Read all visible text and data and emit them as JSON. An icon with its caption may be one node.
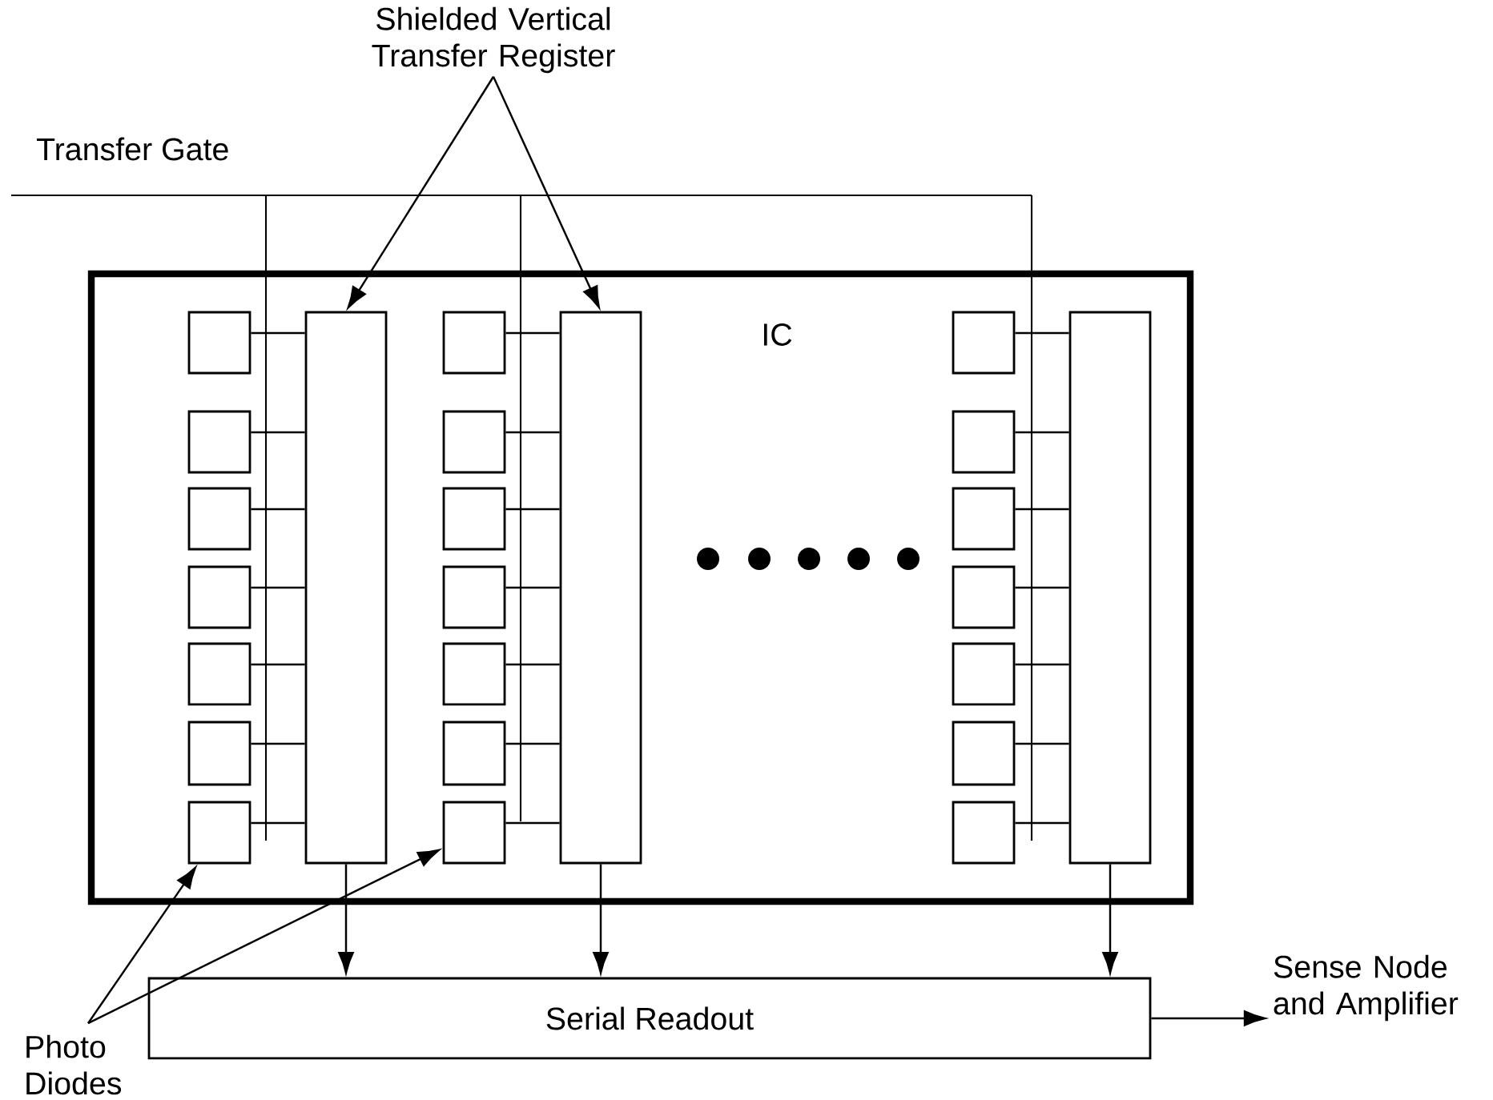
{
  "diagram": {
    "nodes": [
      {
        "text": [
          "IC"
        ]
      },
      {
        "text": [
          "Shielded Vertical Transfer Register"
        ]
      },
      {
        "text": [],
        "shape": "box",
        "in": 0
      },
      {
        "text": [],
        "shape": "box",
        "in": 0
      },
      {
        "text": [],
        "shape": "box",
        "in": 0
      },
      {
        "text": [],
        "shape": "box",
        "in": 0
      },
      {
        "text": [],
        "shape": "box",
        "in": 0
      },
      {
        "text": [],
        "shape": "box",
        "in": 0
      },
      {
        "text": [],
        "shape": "box",
        "in": 0
      },
      {
        "text": [],
        "shape": "bar",
        "in": 0
      },
      {
        "text": [],
        "shape": "box",
        "in": 0
      },
      {
        "text": [],
        "shape": "box",
        "in": 0
      },
      {
        "text": [],
        "shape": "box",
        "in": 0
      },
      {
        "text": [],
        "shape": "box",
        "in": 0
      },
      {
        "text": [],
        "shape": "box",
        "in": 0
      },
      {
        "text": [],
        "shape": "box",
        "in": 0
      },
      {
        "text": [],
        "shape": "box",
        "in": 0
      },
      {
        "text": [],
        "shape": "bar",
        "in": 0
      },
      {
        "text": [],
        "shape": "box",
        "in": 0
      },
      {
        "text": [],
        "shape": "box",
        "in": 0
      },
      {
        "text": [],
        "shape": "box",
        "in": 0
      },
      {
        "text": [],
        "shape": "box",
        "in": 0
      },
      {
        "text": [],
        "shape": "box",
        "in": 0
      },
      {
        "text": [],
        "shape": "box",
        "in": 0
      },
      {
        "text": [],
        "shape": "box",
        "in": 0
      },
      {
        "text": [],
        "shape": "bar",
        "in": 0
      },
      {
        "text": [
          "Serial Readout"
        ]
      },
      {
        "text": [
          "Sense Node and Amplifier"
        ]
      },
      {
        "text": [
          "Photo Diodes"
        ]
      }
    ],
    "edges": [
      {
        "from": 1,
        "to": 9,
        "arrow": "to"
      },
      {
        "from": 1,
        "to": 17,
        "arrow": "to"
      },
      {
        "from": 2,
        "to": 9,
        "arrow": "none"
      },
      {
        "from": 3,
        "to": 9,
        "arrow": "none"
      },
      {
        "from": 4,
        "to": 9,
        "arrow": "none"
      },
      {
        "from": 5,
        "to": 9,
        "arrow": "none"
      },
      {
        "from": 6,
        "to": 9,
        "arrow": "none"
      },
      {
        "from": 7,
        "to": 9,
        "arrow": "none"
      },
      {
        "from": 8,
        "to": 9,
        "arrow": "none"
      },
      {
        "from": 10,
        "to": 17,
        "arrow": "none"
      },
      {
        "from": 11,
        "to": 17,
        "arrow": "none"
      },
      {
        "from": 12,
        "to": 17,
        "arrow": "none"
      },
      {
        "from": 13,
        "to": 17,
        "arrow": "none"
      },
      {
        "from": 14,
        "to": 17,
        "arrow": "none"
      },
      {
        "from": 15,
        "to": 17,
        "arrow": "none"
      },
      {
        "from": 16,
        "to": 17,
        "arrow": "none"
      },
      {
        "from": 18,
        "to": 25,
        "arrow": "none"
      },
      {
        "from": 19,
        "to": 25,
        "arrow": "none"
      },
      {
        "from": 20,
        "to": 25,
        "arrow": "none"
      },
      {
        "from": 21,
        "to": 25,
        "arrow": "none"
      },
      {
        "from": 22,
        "to": 25,
        "arrow": "none"
      },
      {
        "from": 23,
        "to": 25,
        "arrow": "none"
      },
      {
        "from": 24,
        "to": 25,
        "arrow": "none"
      },
      {
        "from": 9,
        "to": 26,
        "arrow": "to"
      },
      {
        "from": 17,
        "to": 26,
        "arrow": "to"
      },
      {
        "from": 25,
        "to": 26,
        "arrow": "to"
      },
      {
        "from": 26,
        "to": 27,
        "arrow": "to"
      },
      {
        "from": 28,
        "to": 8,
        "arrow": "to"
      },
      {
        "from": 28,
        "to": 16,
        "arrow": "to"
      }
    ],
    "labels": [
      "Transfer Gate"
    ]
  }
}
